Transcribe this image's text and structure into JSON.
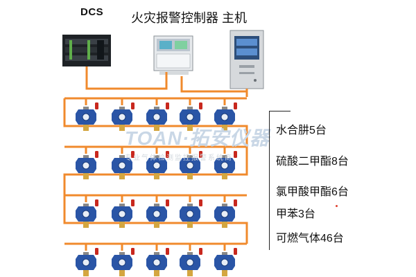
{
  "title": {
    "dcs": "DCS",
    "controller": "火灾报警控制器 主机"
  },
  "watermark": {
    "logo": "TOAN·拓安仪器",
    "subtitle": "专业气体检测监控报警系统商"
  },
  "legend": [
    "水合肼5台",
    "硫酸二甲酯8台",
    "氯甲酸甲酯6台",
    "甲苯3台",
    "可燃气体46台"
  ],
  "rows": [
    {
      "detectors": 5
    },
    {
      "detectors": 5
    },
    {
      "detectors": 5
    },
    {
      "detectors": 5
    }
  ],
  "colors": {
    "wire": "#f08a2c",
    "detector_body": "#2a55a6",
    "detector_cap": "#c8281e",
    "sensor_gold": "#d4a640",
    "panel_grey": "#d0d4d8"
  }
}
